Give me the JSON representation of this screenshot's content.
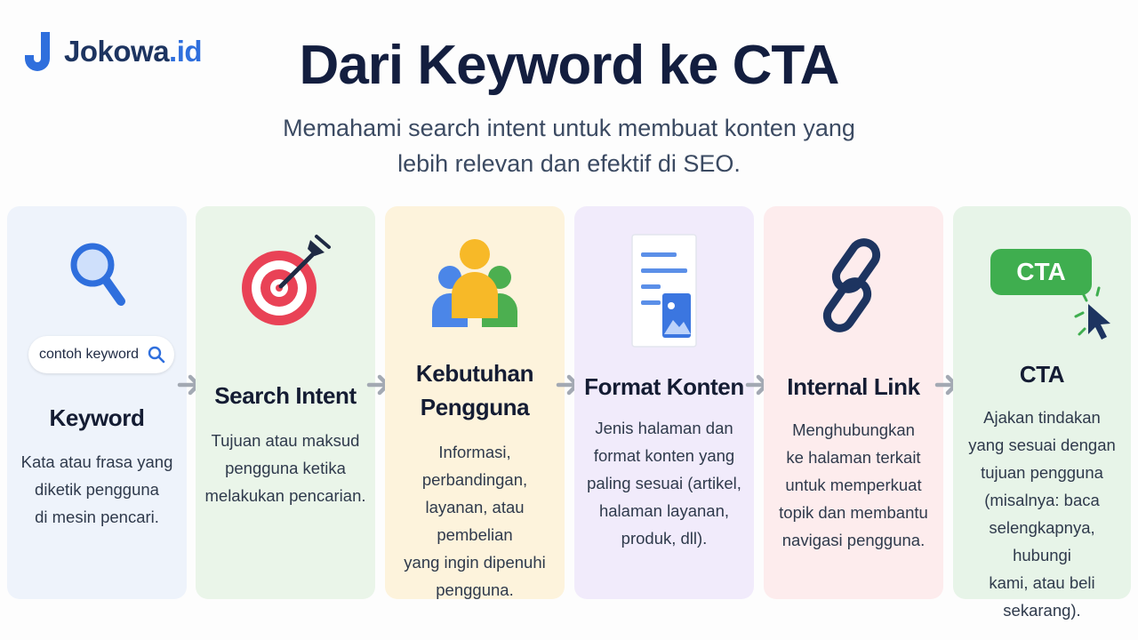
{
  "brand": {
    "name": "Jokowa",
    "tld": ".id"
  },
  "title": "Dari Keyword ke CTA",
  "subtitle": "Memahami search intent untuk membuat konten yang lebih relevan dan efektif di SEO.",
  "colors": {
    "keyword_bg": "#eef3fb",
    "intent_bg": "#eaf5e9",
    "needs_bg": "#fdf3dc",
    "format_bg": "#f1ebfb",
    "link_bg": "#fdeced",
    "cta_bg": "#e7f4e8",
    "brand_blue": "#2f6fdd",
    "target_red": "#e94256",
    "cta_green": "#3fae4f",
    "arrow_grey": "#a3a9b3"
  },
  "steps": [
    {
      "icon": "magnifier-icon",
      "search_placeholder": "contoh keyword",
      "heading": "Keyword",
      "description": "Kata atau frasa yang\ndiketik pengguna\ndi mesin pencari."
    },
    {
      "icon": "target-icon",
      "heading": "Search Intent",
      "description": "Tujuan atau maksud\npengguna ketika\nmelakukan pencarian."
    },
    {
      "icon": "users-icon",
      "heading": "Kebutuhan\nPengguna",
      "description": "Informasi, perbandingan,\nlayanan, atau pembelian\nyang ingin dipenuhi\npengguna."
    },
    {
      "icon": "document-icon",
      "heading": "Format Konten",
      "description": "Jenis halaman dan\nformat konten yang\npaling sesuai (artikel,\nhalaman layanan,\nproduk, dll)."
    },
    {
      "icon": "link-icon",
      "heading": "Internal Link",
      "description": "Menghubungkan\nke halaman terkait\nuntuk memperkuat\ntopik dan membantu\nnavigasi pengguna."
    },
    {
      "icon": "cursor-click-icon",
      "button_label": "CTA",
      "heading": "CTA",
      "description": "Ajakan tindakan\nyang sesuai dengan\ntujuan pengguna\n(misalnya: baca\nselengkapnya, hubungi\nkami, atau beli sekarang)."
    }
  ]
}
